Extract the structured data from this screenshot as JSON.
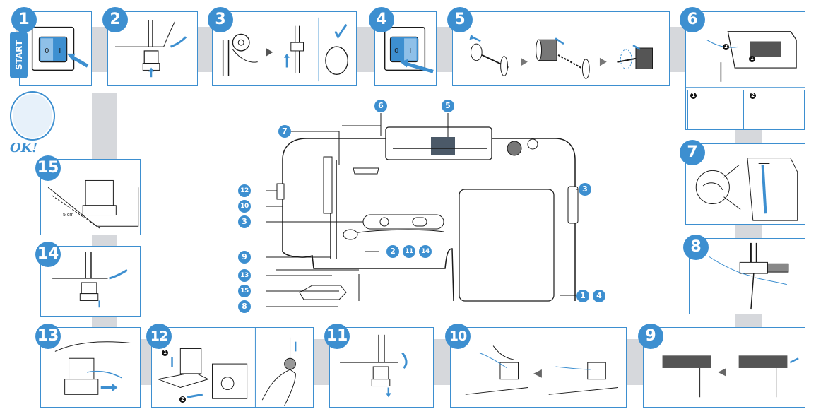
{
  "start_label": "START",
  "ok_label": "OK!",
  "steps": {
    "s1": "1",
    "s2": "2",
    "s3": "3",
    "s4": "4",
    "s5": "5",
    "s6": "6",
    "s7": "7",
    "s8": "8",
    "s9": "9",
    "s10": "10",
    "s11": "11",
    "s12": "12",
    "s13": "13",
    "s14": "14",
    "s15": "15"
  },
  "switch_glyphs": {
    "off": "0",
    "on": "I"
  },
  "step15_caption": "5 cm",
  "sub_markers": {
    "one": "1",
    "two": "2"
  },
  "machine_callouts": {
    "c7": "7",
    "c6": "6",
    "c5": "5",
    "c12": "12",
    "c10": "10",
    "c3_left": "3",
    "c3_right": "3",
    "c9": "9",
    "c13": "13",
    "c15": "15",
    "c8": "8",
    "c2": "2",
    "c11": "11",
    "c14": "14",
    "c1": "1",
    "c4": "4"
  },
  "colors": {
    "accent": "#3d8fd0",
    "band": "#d6d8dc",
    "line": "#1a1a1a"
  }
}
